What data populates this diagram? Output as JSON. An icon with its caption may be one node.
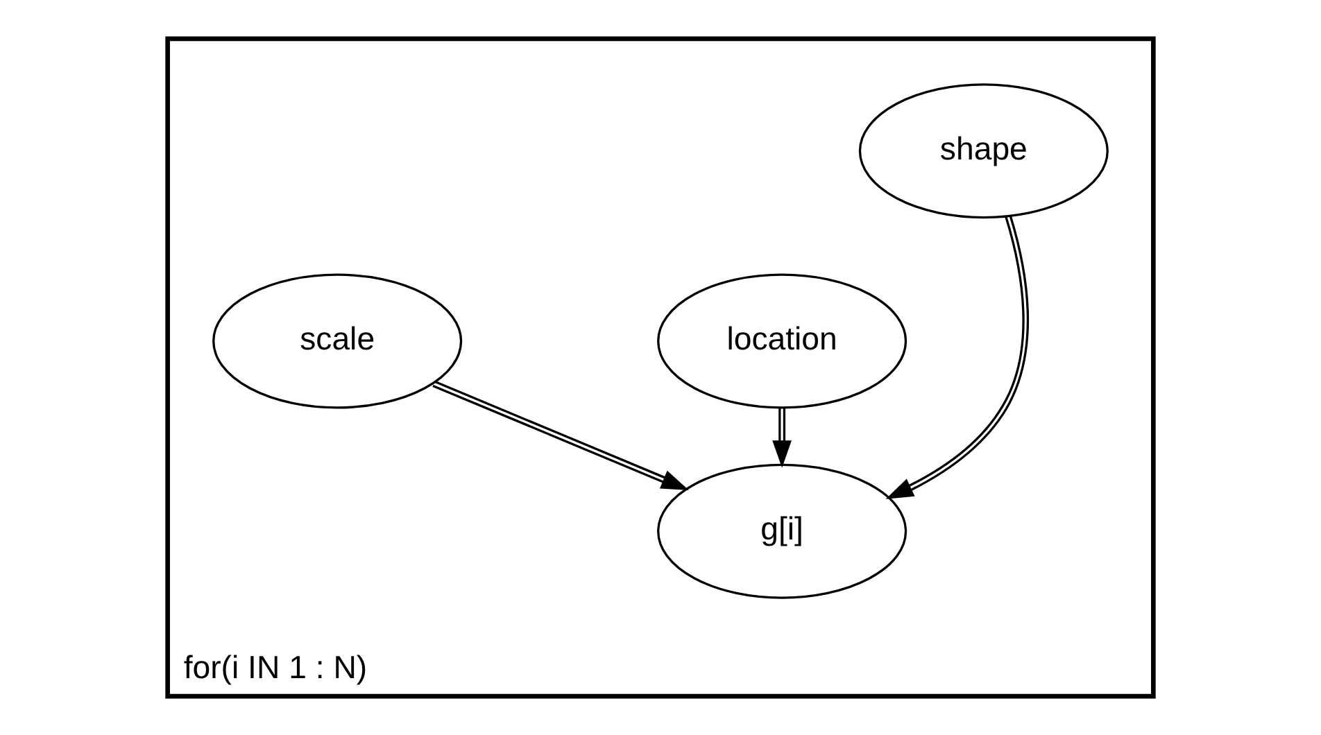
{
  "diagram": {
    "nodes": [
      {
        "text": [
          "for(i IN 1 : N)"
        ]
      },
      {
        "text": [
          "shape"
        ],
        "in": 0
      },
      {
        "text": [
          "location"
        ],
        "in": 0
      },
      {
        "text": [
          "scale"
        ],
        "in": 0
      },
      {
        "text": [
          "g[i]"
        ],
        "in": 0
      }
    ],
    "edges": [
      {
        "from": 1,
        "to": 4,
        "arrow": "to"
      },
      {
        "from": 2,
        "to": 4,
        "arrow": "to"
      },
      {
        "from": 3,
        "to": 4,
        "arrow": "to"
      }
    ]
  }
}
